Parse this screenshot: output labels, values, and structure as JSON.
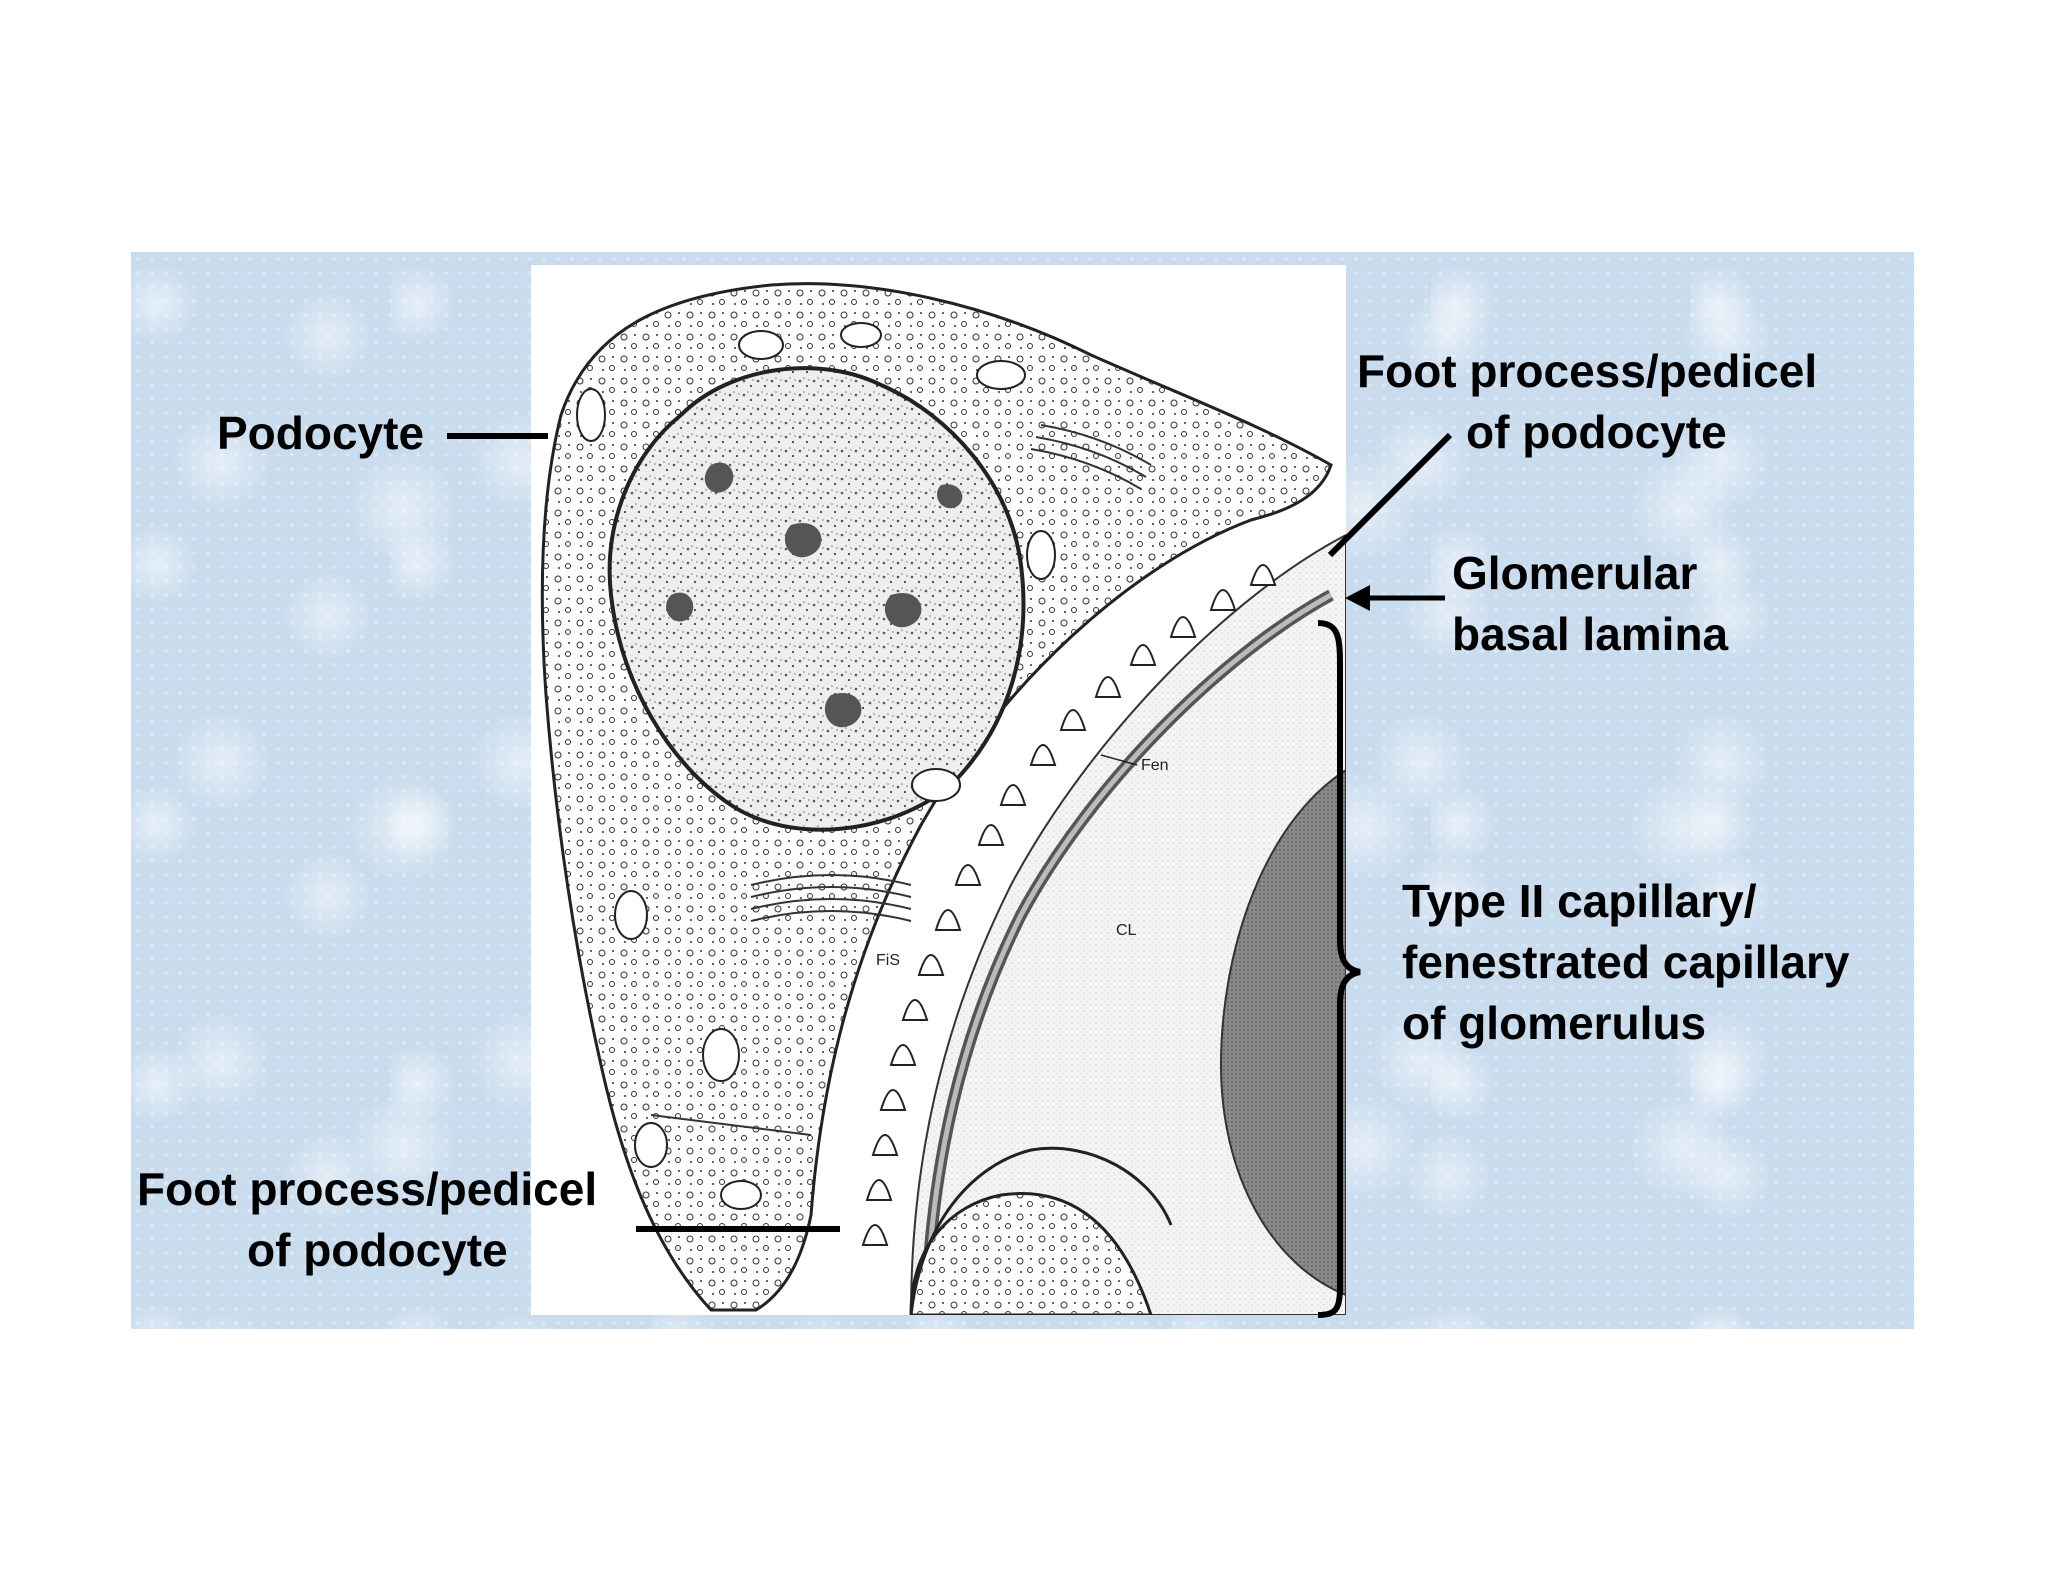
{
  "labels": {
    "podocyte": "Podocyte",
    "foot_process_top_line1": "Foot process/pedicel",
    "foot_process_top_line2": "of podocyte",
    "glomerular_line1": "Glomerular",
    "glomerular_line2": "basal lamina",
    "type2_line1": "Type II capillary/",
    "type2_line2": "fenestrated capillary",
    "type2_line3": "of glomerulus",
    "foot_process_bottom_line1": "Foot process/pedicel",
    "foot_process_bottom_line2": "of podocyte"
  },
  "figure_labels": {
    "fen": "Fen",
    "cl": "CL",
    "fis": "FiS"
  }
}
